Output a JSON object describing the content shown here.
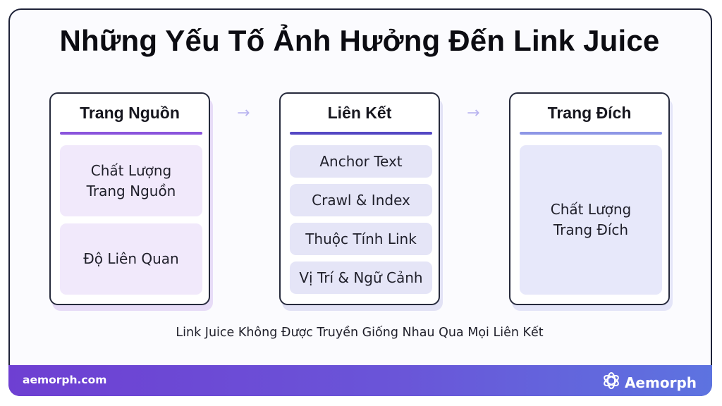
{
  "title": "Những Yếu Tố Ảnh Hưởng Đến Link Juice",
  "columns": [
    {
      "heading": "Trang Nguồn",
      "items": [
        "Chất Lượng Trang Nguồn",
        "Độ Liên Quan"
      ]
    },
    {
      "heading": "Liên Kết",
      "items": [
        "Anchor Text",
        "Crawl & Index",
        "Thuộc Tính Link",
        "Vị Trí & Ngữ Cảnh"
      ]
    },
    {
      "heading": "Trang Đích",
      "items": [
        "Chất Lượng Trang Đích"
      ]
    }
  ],
  "arrows": [
    "→",
    "→"
  ],
  "caption": "Link Juice Không Được Truyền Giống Nhau Qua Mọi Liên Kết",
  "footer": {
    "site": "aemorph.com",
    "brand": "Aemorph"
  },
  "colors": {
    "column_1_accent": "#8b55dc",
    "column_2_accent": "#5548c4",
    "column_3_accent": "#8e97e6",
    "column_1_tile": "#f1e9fb",
    "column_2_tile": "#e5e5f7",
    "column_3_tile": "#e7e8fa",
    "footer_start": "#6e3fd2",
    "footer_end": "#5d73e0"
  },
  "icons": {
    "brand_logo": "aemorph-logo-icon",
    "flow_arrow": "arrow-right-icon"
  }
}
